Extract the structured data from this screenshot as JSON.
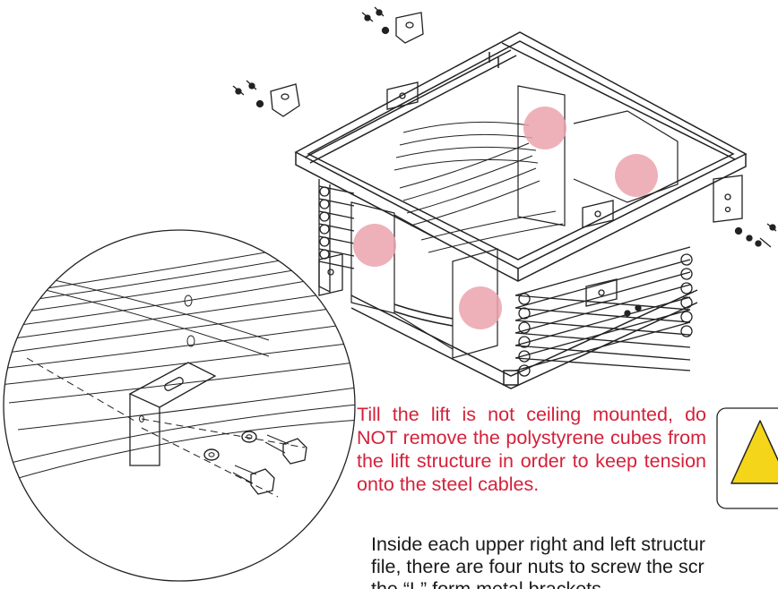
{
  "warning": {
    "text": "Till the lift is not ceiling mounted, do NOT remove the polystyrene cubes from the lift structure in order to keep tension onto the steel cables.",
    "color": "#d4213a"
  },
  "instructions": {
    "line1": "Inside each upper right and left structur",
    "line2": "file, there are four nuts to screw the scr",
    "line3": "the “L” form metal brackets"
  },
  "icons": {
    "warning_sign": "warning-triangle-icon",
    "detail_view": "magnified-detail-view"
  },
  "colors": {
    "polystyrene_marker": "#eba3ad",
    "warning_yellow": "#f5d51a",
    "line_art": "#222222"
  }
}
